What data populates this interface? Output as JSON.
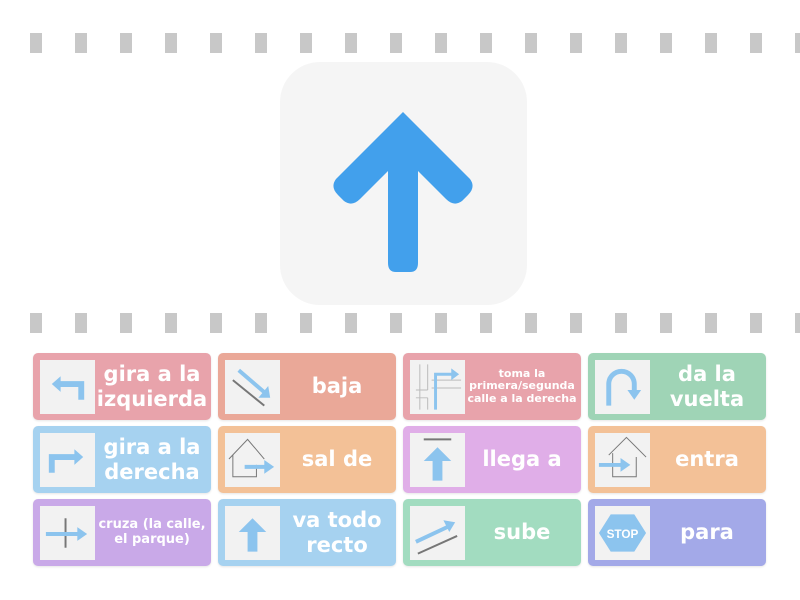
{
  "main_card": {
    "icon": "arrow-up-icon",
    "color": "#42a0ec"
  },
  "tiles": [
    {
      "label": "gira a la izquierda",
      "icon": "turn-left-icon",
      "color": "#e8a3ab"
    },
    {
      "label": "baja",
      "icon": "go-down-icon",
      "color": "#eaa898"
    },
    {
      "label": "toma la primera/segunda calle a la derecha",
      "icon": "take-street-right-icon",
      "color": "#e8a3ab"
    },
    {
      "label": "da la vuelta",
      "icon": "u-turn-icon",
      "color": "#9fd4b6"
    },
    {
      "label": "gira a la derecha",
      "icon": "turn-right-icon",
      "color": "#a6d2f0"
    },
    {
      "label": "sal de",
      "icon": "exit-house-icon",
      "color": "#f3c197"
    },
    {
      "label": "llega a",
      "icon": "arrive-icon",
      "color": "#e0aee8"
    },
    {
      "label": "entra",
      "icon": "enter-house-icon",
      "color": "#f3c197"
    },
    {
      "label": "cruza (la calle, el parque)",
      "icon": "cross-icon",
      "color": "#c9a9e8"
    },
    {
      "label": "va todo recto",
      "icon": "straight-icon",
      "color": "#a6d2f0"
    },
    {
      "label": "sube",
      "icon": "go-up-icon",
      "color": "#a2dcc0"
    },
    {
      "label": "para",
      "icon": "stop-sign-icon",
      "color": "#a3a9e8",
      "stop_text": "STOP"
    }
  ]
}
